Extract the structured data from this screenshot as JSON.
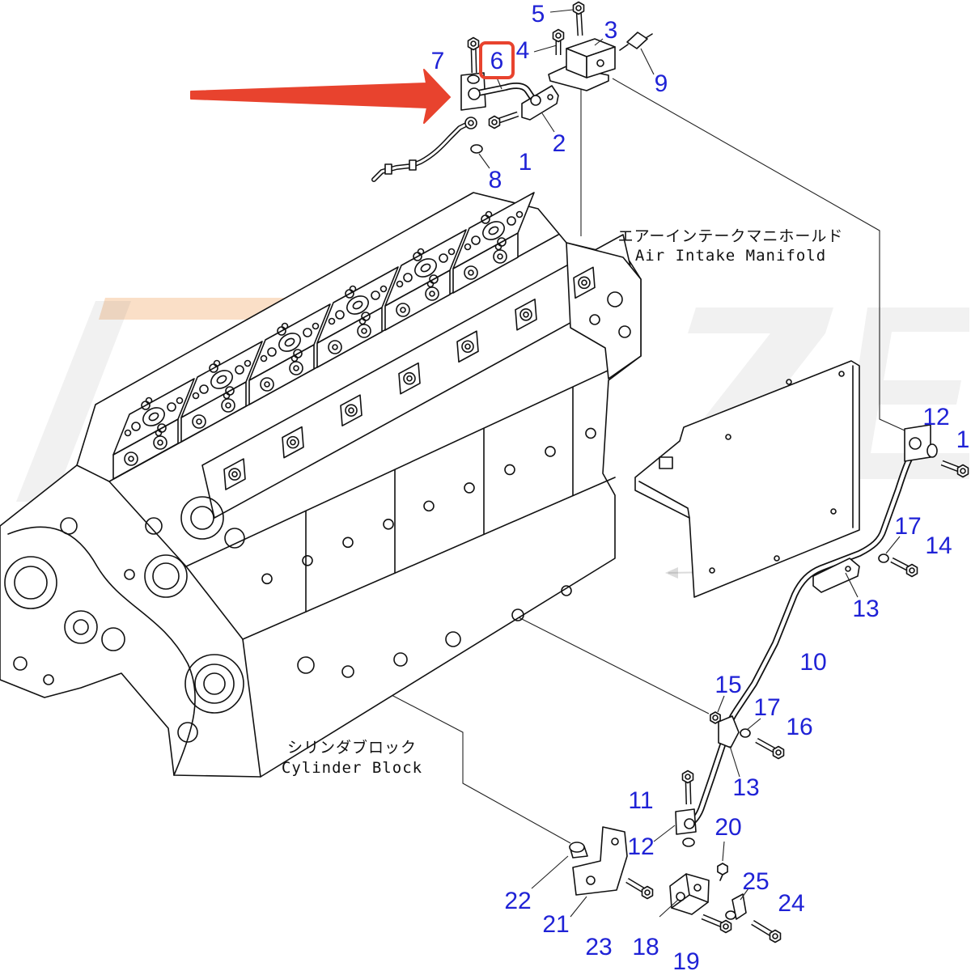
{
  "colors": {
    "callout": "#1f22d6",
    "annotation": "#e8432e",
    "linework": "#111111"
  },
  "labels": {
    "air_intake_manifold_jp": "エアーインテークマニホールド",
    "air_intake_manifold_en": "Air Intake Manifold",
    "cylinder_block_jp": "シリンダブロック",
    "cylinder_block_en": "Cylinder Block"
  },
  "callouts": {
    "c5": "5",
    "c3": "3",
    "c7": "7",
    "c6": "6",
    "c4": "4",
    "c9": "9",
    "c2": "2",
    "c1": "1",
    "c8": "8",
    "c12_top": "12",
    "c1_edge": "1",
    "c17_top": "17",
    "c14": "14",
    "c13_top": "13",
    "c10": "10",
    "c15": "15",
    "c17_mid": "17",
    "c16": "16",
    "c13_mid": "13",
    "c11": "11",
    "c20": "20",
    "c12_bottom": "12",
    "c25": "25",
    "c22": "22",
    "c24": "24",
    "c21": "21",
    "c23": "23",
    "c18": "18",
    "c19": "19"
  }
}
